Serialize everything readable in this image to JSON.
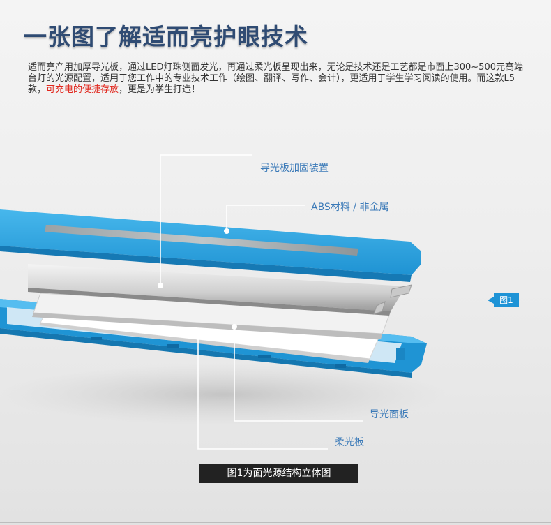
{
  "header": {
    "title": "一张图了解适而亮护眼技术",
    "intro_before": "适而亮产用加厚导光板，通过LED灯珠侧面发光，再通过柔光板呈现出来，无论是技术还是工艺都是市面上300~500元高端台灯的光源配置，适用于您工作中的专业技术工作（绘图、翻译、写作、会计），更适用于学生学习阅读的使用。而这款L5款，",
    "intro_highlight": "可充电的便捷存放",
    "intro_after": "，更是为学生打造！"
  },
  "diagram": {
    "labels": {
      "reinforcement": "导光板加固装置",
      "abs": "ABS材料 / 非金属",
      "light_guide": "导光面板",
      "soft_panel": "柔光板"
    },
    "figure_tag": "图1",
    "caption": "图1为面光源结构立体图"
  },
  "colors": {
    "title": "#2f4b73",
    "highlight": "#e1261c",
    "label": "#3b7ab8",
    "lamp_blue": "#2aa3df",
    "tag_bg": "#1e93d6",
    "caption_bg": "#222222"
  }
}
